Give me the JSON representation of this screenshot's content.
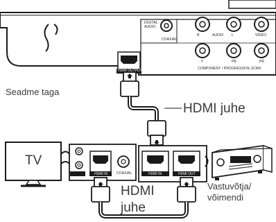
{
  "labels": {
    "device_back": "Seadme taga",
    "hdmi_cable_top": "HDMI juhe",
    "tv": "TV",
    "hdmi_cable_bottom_line1": "HDMI",
    "hdmi_cable_bottom_line2": "juhe",
    "receiver_line1": "Vastuvõtja/",
    "receiver_line2": "võimendi"
  },
  "panel": {
    "digital_audio": "DIGITAL\nAUDIO",
    "coaxial": "COAXIAL",
    "audio_r": "R",
    "audio": "AUDIO",
    "audio_l": "L",
    "video": "VIDEO",
    "y": "Y",
    "pb": "PB",
    "pr": "PR",
    "component": "COMPONENT / PROGRESSIVE SCAN",
    "hdmi_output": "HDMI OUTPUT"
  },
  "tv_panel": {
    "hdmi_in": "HDMI IN",
    "coaxial": "COAXIAL"
  },
  "receiver_panel": {
    "hdmi_in": "HDMI IN",
    "hdmi_out": "HDMI OUT"
  }
}
